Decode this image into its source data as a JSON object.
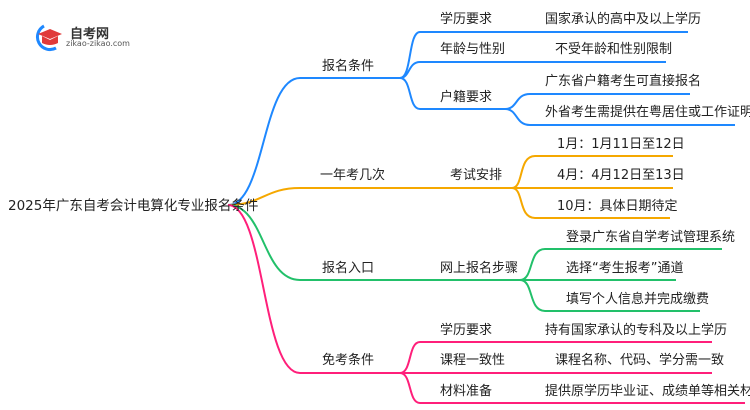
{
  "logo": {
    "name": "自考网",
    "url": "zikao-zikao.com"
  },
  "root": "2025年广东自考会计电算化专业报名条件",
  "colors": {
    "blue": "#1e88ff",
    "orange": "#f5a800",
    "green": "#22c06a",
    "pink": "#ff1f7a"
  },
  "branches": [
    {
      "label": "报名条件",
      "children": [
        {
          "label": "学历要求",
          "leaves": [
            "国家承认的高中及以上学历"
          ]
        },
        {
          "label": "年龄与性别",
          "leaves": [
            "不受年龄和性别限制"
          ]
        },
        {
          "label": "户籍要求",
          "leaves": [
            "广东省户籍考生可直接报名",
            "外省考生需提供在粤居住或工作证明"
          ]
        }
      ]
    },
    {
      "label": "一年考几次",
      "children": [
        {
          "label": "考试安排",
          "leaves": [
            "1月：1月11日至12日",
            "4月：4月12日至13日",
            "10月：具体日期待定"
          ]
        }
      ]
    },
    {
      "label": "报名入口",
      "children": [
        {
          "label": "网上报名步骤",
          "leaves": [
            "登录广东省自学考试管理系统",
            "选择“考生报考”通道",
            "填写个人信息并完成缴费"
          ]
        }
      ]
    },
    {
      "label": "免考条件",
      "children": [
        {
          "label": "学历要求",
          "leaves": [
            "持有国家承认的专科及以上学历"
          ]
        },
        {
          "label": "课程一致性",
          "leaves": [
            "课程名称、代码、学分需一致"
          ]
        },
        {
          "label": "材料准备",
          "leaves": [
            "提供原学历毕业证、成绩单等相关材料"
          ]
        }
      ]
    }
  ]
}
